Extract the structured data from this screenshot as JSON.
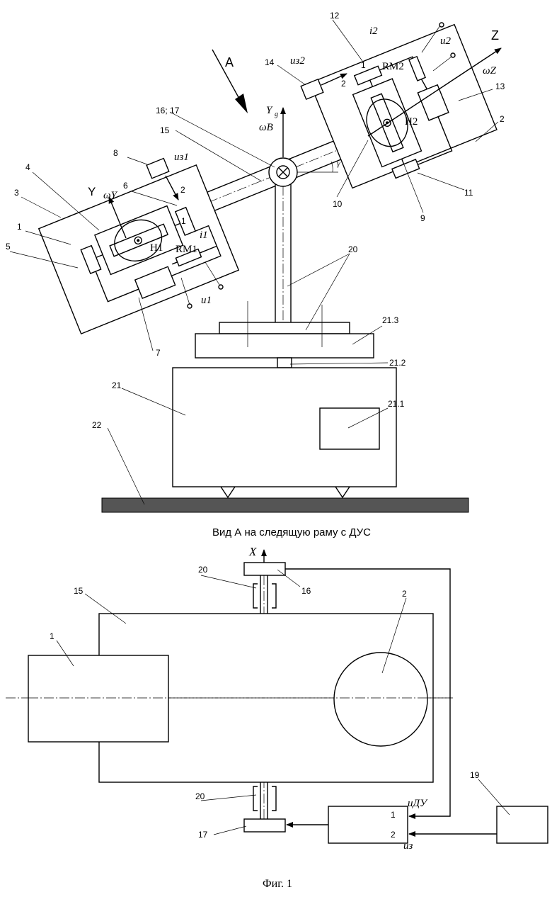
{
  "labels": {
    "n1": "1",
    "n2": "2",
    "n3": "3",
    "n4": "4",
    "n5": "5",
    "n6": "6",
    "n7": "7",
    "n8": "8",
    "n9": "9",
    "n10": "10",
    "n11": "11",
    "n12": "12",
    "n13": "13",
    "n14": "14",
    "n15": "15",
    "n16_17": "16; 17",
    "n16": "16",
    "n17": "17",
    "n19": "19",
    "n20": "20",
    "n21": "21",
    "n21_1": "21.1",
    "n21_2": "21.2",
    "n21_3": "21.3",
    "n22": "22",
    "port1": "1",
    "port2": "2"
  },
  "symbols": {
    "A": "A",
    "Z": "Z",
    "Y": "Y",
    "X": "X",
    "Yg_main": "Y",
    "Yg_sub": "g",
    "omega_B": "ωB",
    "omega_Y": "ωY",
    "omega_Z": "ωZ",
    "gamma": "γ",
    "H1": "H1",
    "H2": "H2",
    "RM1": "RM1",
    "RM2": "RM2",
    "i1": "i1",
    "i2": "i2",
    "u1": "u1",
    "u2": "u2",
    "uz1": "uз1",
    "uz2": "uз2",
    "uDU": "uДУ",
    "uz": "uз"
  },
  "captions": {
    "view_title": "Вид А на следящую раму с ДУС",
    "figure": "Фиг. 1"
  }
}
